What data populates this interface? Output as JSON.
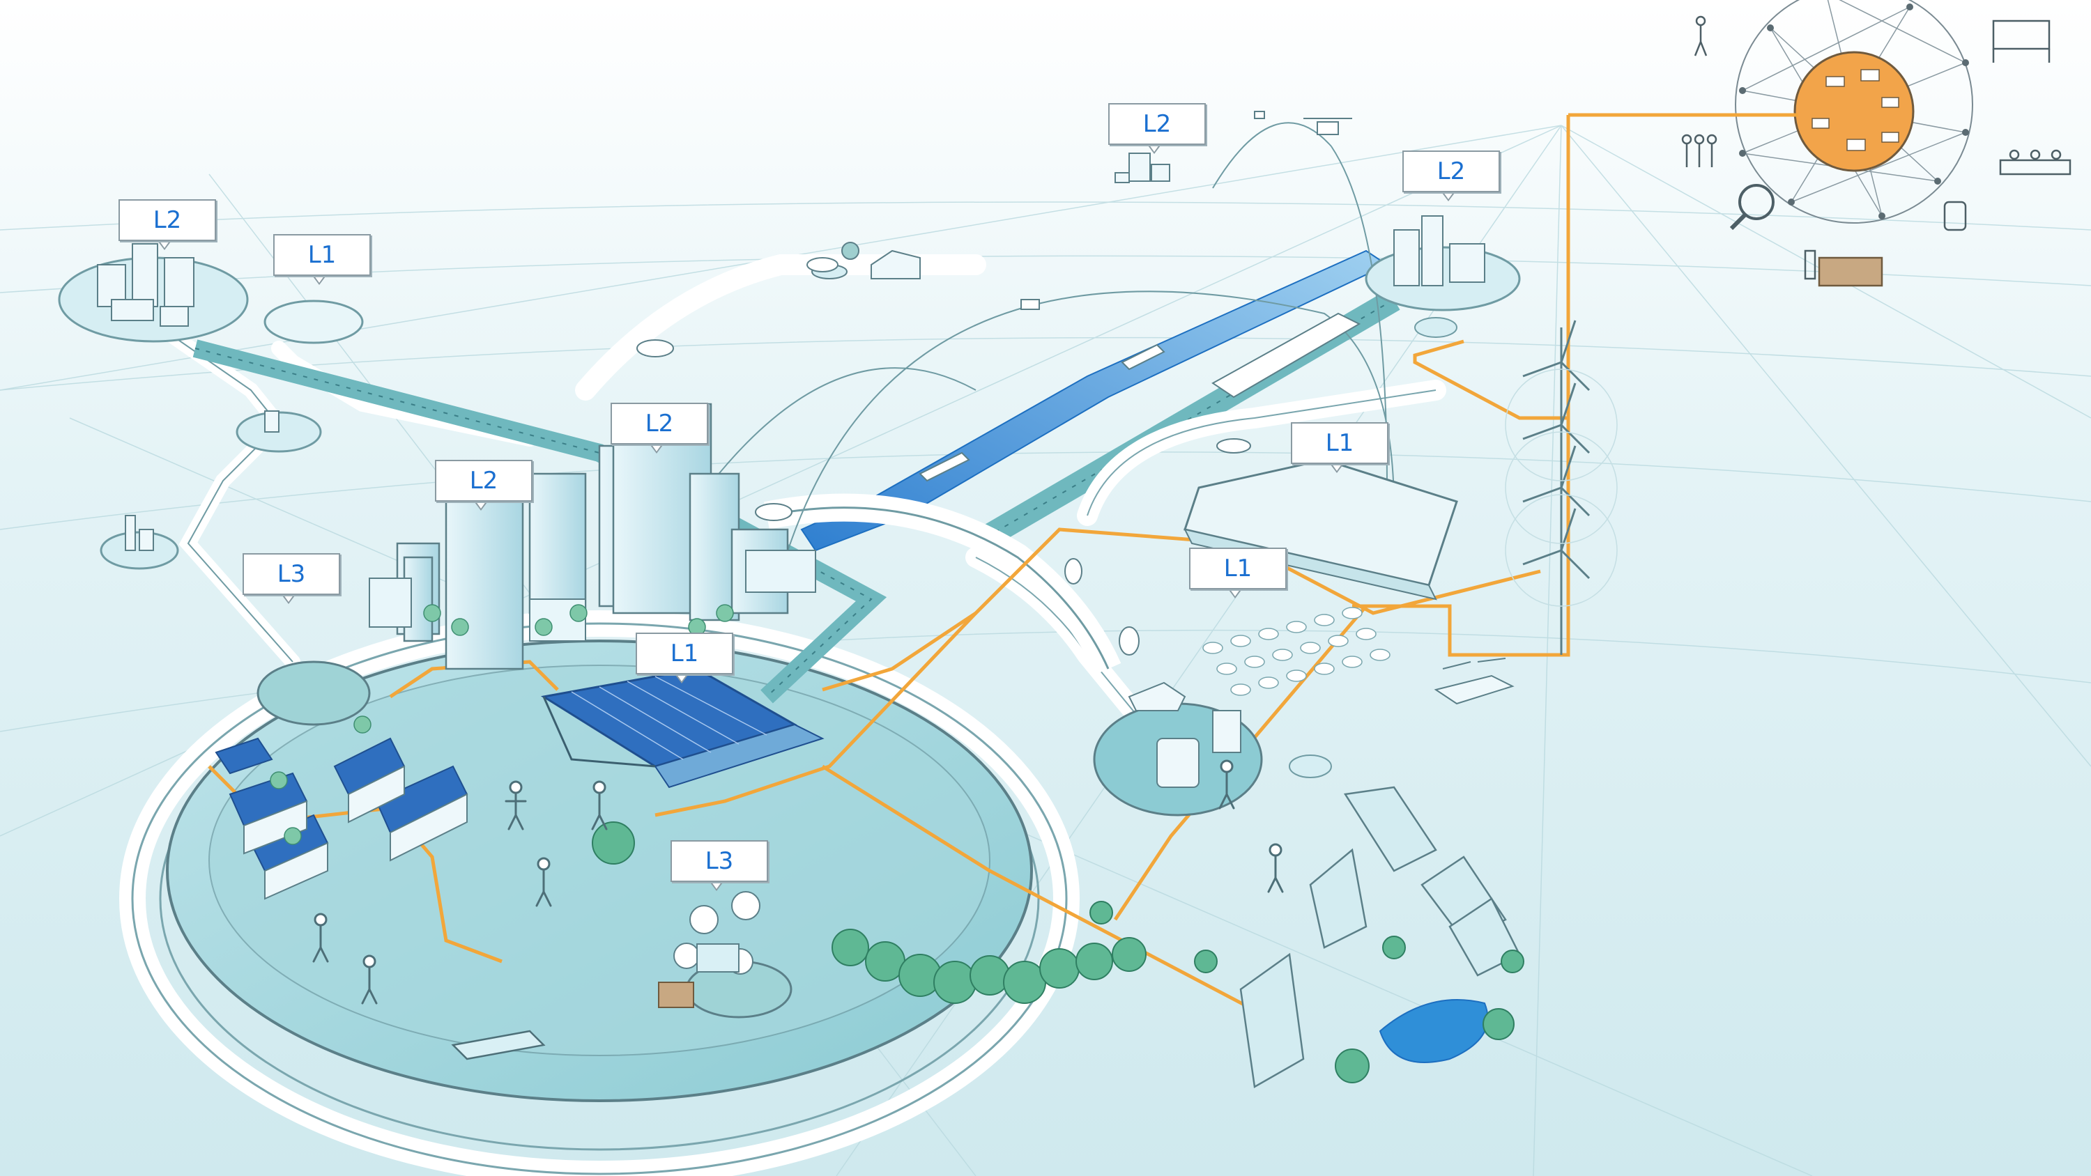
{
  "diagram": {
    "labels": [
      {
        "id": "label-l2-top-left-town",
        "text": "L2"
      },
      {
        "id": "label-l1-top-left-hub",
        "text": "L1"
      },
      {
        "id": "label-l2-top-center",
        "text": "L2"
      },
      {
        "id": "label-l2-top-right-town",
        "text": "L2"
      },
      {
        "id": "label-l2-city-tower",
        "text": "L2"
      },
      {
        "id": "label-l2-city-left",
        "text": "L2"
      },
      {
        "id": "label-l3-neighbourhood",
        "text": "L3"
      },
      {
        "id": "label-l1-station",
        "text": "L1"
      },
      {
        "id": "label-l1-logistics",
        "text": "L1"
      },
      {
        "id": "label-l1-parking",
        "text": "L1"
      },
      {
        "id": "label-l3-shop-hub",
        "text": "L3"
      }
    ],
    "colors": {
      "ground": "#c9e7ec",
      "ground_dark": "#8fcdd4",
      "line": "#5b7f88",
      "energy": "#f2a63a",
      "water": "#2f8fd8",
      "tree": "#4ea985",
      "label_text": "#1a6fd0",
      "hub_center": "#f2a44a"
    },
    "icons": [
      "wind-turbine-icon",
      "drone-icon",
      "train-icon",
      "boat-icon",
      "car-icon",
      "bus-icon",
      "person-icon",
      "tree-icon",
      "solar-panel-icon",
      "network-hub-icon",
      "bicycle-icon",
      "cart-icon",
      "package-icon"
    ]
  }
}
